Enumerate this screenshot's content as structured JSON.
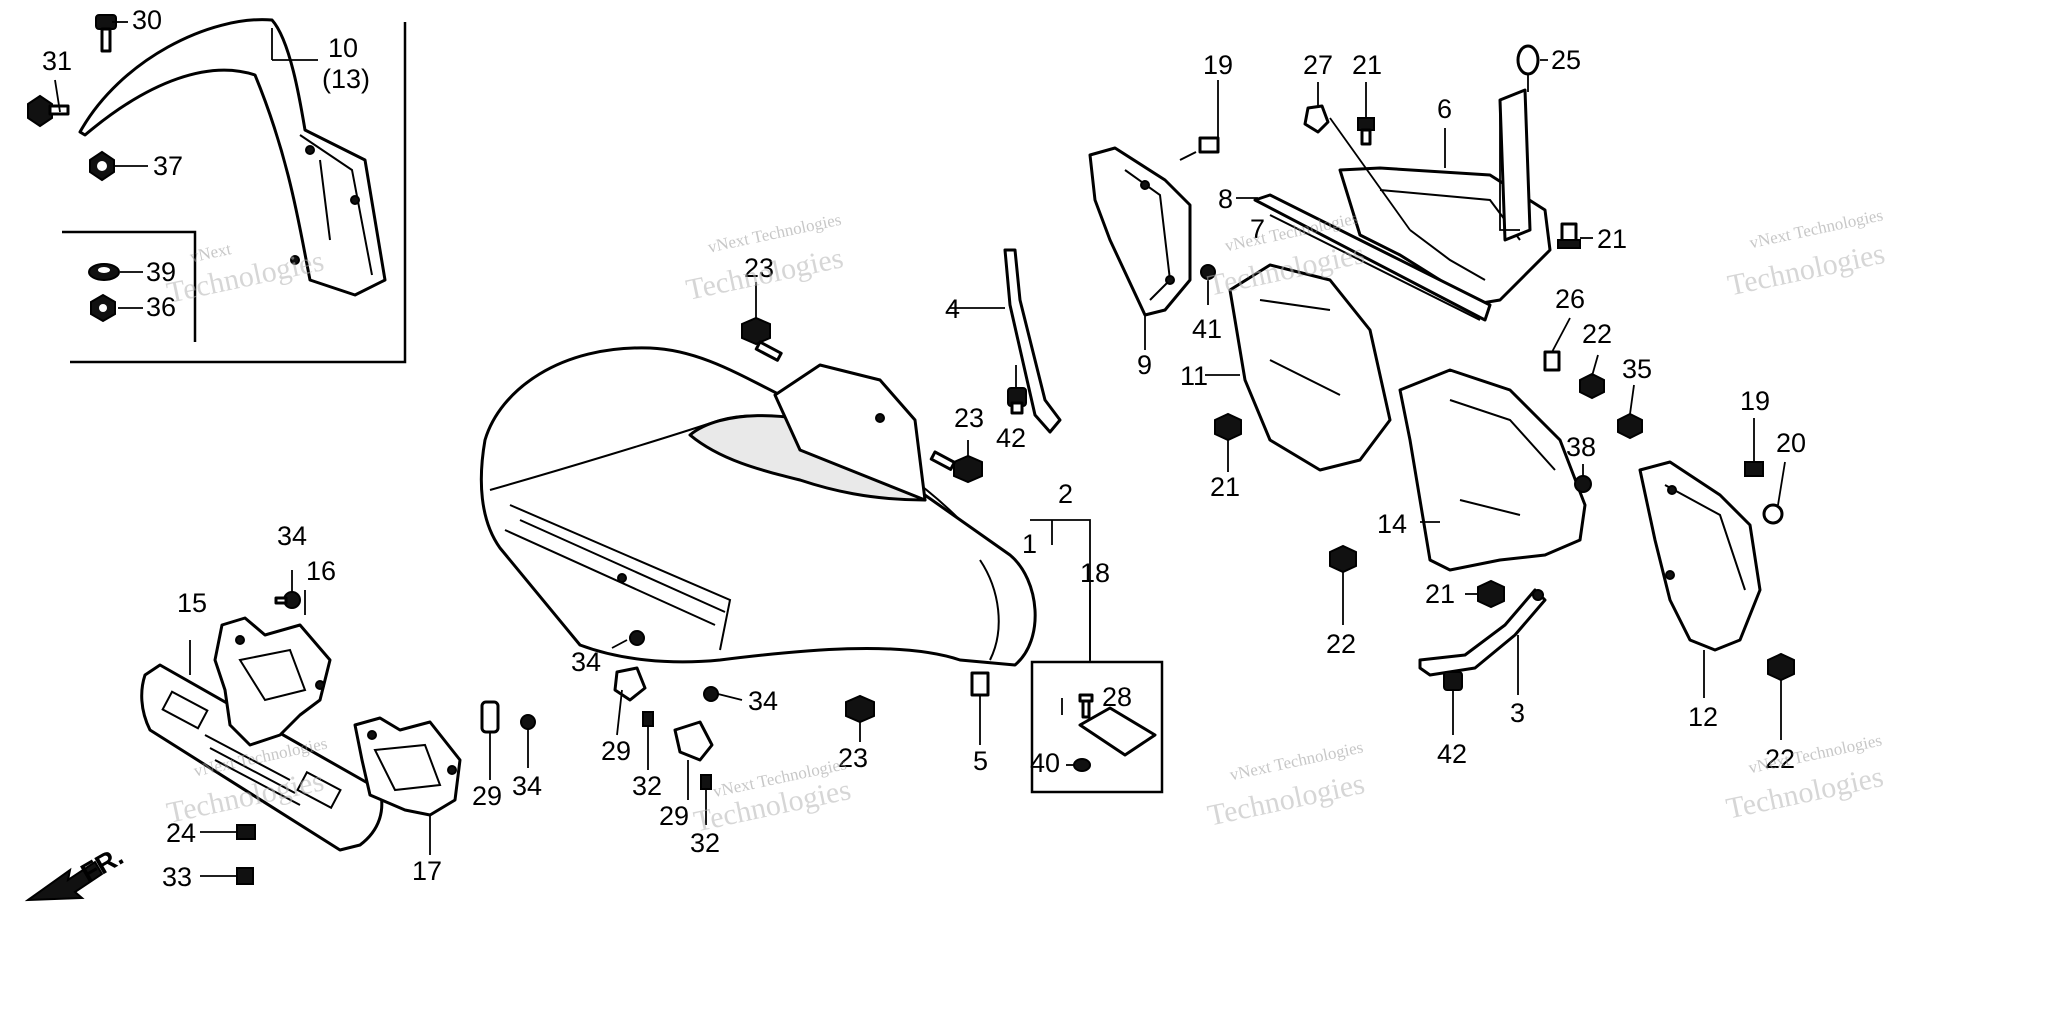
{
  "callouts": [
    {
      "id": "c30",
      "text": "30"
    },
    {
      "id": "c31",
      "text": "31"
    },
    {
      "id": "c10",
      "text": "10"
    },
    {
      "id": "c13",
      "text": "(13)"
    },
    {
      "id": "c37",
      "text": "37"
    },
    {
      "id": "c39",
      "text": "39"
    },
    {
      "id": "c36",
      "text": "36"
    },
    {
      "id": "c19a",
      "text": "19"
    },
    {
      "id": "c27",
      "text": "27"
    },
    {
      "id": "c21a",
      "text": "21"
    },
    {
      "id": "c25",
      "text": "25"
    },
    {
      "id": "c6",
      "text": "6"
    },
    {
      "id": "c8",
      "text": "8"
    },
    {
      "id": "c7",
      "text": "7"
    },
    {
      "id": "c21b",
      "text": "21"
    },
    {
      "id": "c23a",
      "text": "23"
    },
    {
      "id": "c4",
      "text": "4"
    },
    {
      "id": "c9",
      "text": "9"
    },
    {
      "id": "c41",
      "text": "41"
    },
    {
      "id": "c11",
      "text": "11"
    },
    {
      "id": "c26",
      "text": "26"
    },
    {
      "id": "c22a",
      "text": "22"
    },
    {
      "id": "c35",
      "text": "35"
    },
    {
      "id": "c23b",
      "text": "23"
    },
    {
      "id": "c42a",
      "text": "42"
    },
    {
      "id": "c21c",
      "text": "21"
    },
    {
      "id": "c19b",
      "text": "19"
    },
    {
      "id": "c20",
      "text": "20"
    },
    {
      "id": "c38",
      "text": "38"
    },
    {
      "id": "c14",
      "text": "14"
    },
    {
      "id": "c2",
      "text": "2"
    },
    {
      "id": "c1",
      "text": "1"
    },
    {
      "id": "c18",
      "text": "18"
    },
    {
      "id": "c21d",
      "text": "21"
    },
    {
      "id": "c22b",
      "text": "22"
    },
    {
      "id": "c3",
      "text": "3"
    },
    {
      "id": "c12",
      "text": "12"
    },
    {
      "id": "c42b",
      "text": "42"
    },
    {
      "id": "c22c",
      "text": "22"
    },
    {
      "id": "c34a",
      "text": "34"
    },
    {
      "id": "c16",
      "text": "16"
    },
    {
      "id": "c15",
      "text": "15"
    },
    {
      "id": "c34b",
      "text": "34"
    },
    {
      "id": "c34c",
      "text": "34"
    },
    {
      "id": "c28",
      "text": "28"
    },
    {
      "id": "c29a",
      "text": "29"
    },
    {
      "id": "c32a",
      "text": "32"
    },
    {
      "id": "c23c",
      "text": "23"
    },
    {
      "id": "c5",
      "text": "5"
    },
    {
      "id": "c40",
      "text": "40"
    },
    {
      "id": "c29b",
      "text": "29"
    },
    {
      "id": "c34d",
      "text": "34"
    },
    {
      "id": "c17",
      "text": "17"
    },
    {
      "id": "c29c",
      "text": "29"
    },
    {
      "id": "c32b",
      "text": "32"
    },
    {
      "id": "c24",
      "text": "24"
    },
    {
      "id": "c33",
      "text": "33"
    }
  ],
  "direction_label": "FR.",
  "watermarks": [
    {
      "id": "w1",
      "line1": "vNext",
      "line2": "Technologies"
    },
    {
      "id": "w2",
      "line1": "vNext Technologies",
      "line2": "Technologies"
    },
    {
      "id": "w3",
      "line1": "vNext Technologies",
      "line2": "Technologies"
    },
    {
      "id": "w4",
      "line1": "vNext Technologies",
      "line2": "Technologies"
    },
    {
      "id": "w5",
      "line1": "vNext Technologies",
      "line2": "Technologies"
    },
    {
      "id": "w6",
      "line1": "vNext Technologies",
      "line2": "Technologies"
    },
    {
      "id": "w7",
      "line1": "vNext Technologies",
      "line2": "Technologies"
    },
    {
      "id": "w8",
      "line1": "vNext Technologies",
      "line2": "Technologies"
    }
  ]
}
